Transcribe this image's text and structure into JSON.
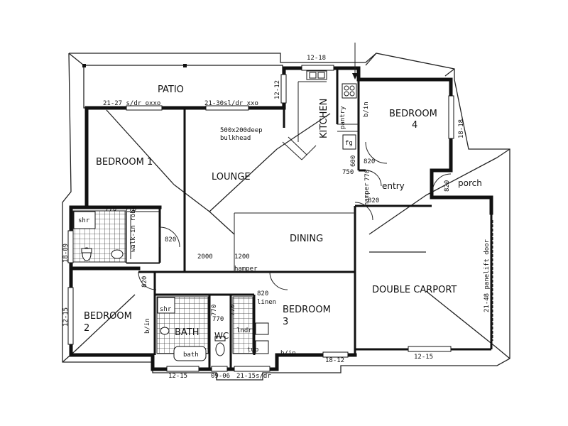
{
  "rooms": {
    "patio": "PATIO",
    "kitchen": "KITCHEN",
    "bedroom4": "BEDROOM",
    "bedroom4_num": "4",
    "bedroom1": "BEDROOM 1",
    "lounge": "LOUNGE",
    "dining": "DINING",
    "entry": "entry",
    "porch": "porch",
    "double_carport": "DOUBLE CARPORT",
    "bedroom2": "BEDROOM",
    "bedroom2_num": "2",
    "bedroom3": "BEDROOM",
    "bedroom3_num": "3",
    "bath": "BATH",
    "wc": "WC"
  },
  "fixtures": {
    "pantry": "pantry",
    "fridge": "fg",
    "hamper_entry": "hamper",
    "hamper_dining": "hamper",
    "walk_in_robe": "walk-in robe",
    "shower1": "shr",
    "shower2": "shr",
    "built_in_bed4": "b/in",
    "built_in_bed2": "b/in",
    "built_in_bed3": "b/in",
    "linen": "linen",
    "bath_tub": "bath",
    "laundry": "lndry",
    "tub": "tub",
    "bulkhead_note": "500x200deep",
    "bulkhead_note2": "bulkhead"
  },
  "dimensions": {
    "top_window": "12-18",
    "patio_door_left": "21-27 s/dr oxxo",
    "patio_door_right": "21-30sl/dr xxo",
    "kitchen_window": "12-12",
    "bed4_window": "18-18",
    "bed1_ensuite_770a": "770",
    "bed1_ensuite_770b": "770",
    "ensuite_window": "18-09",
    "door_820_ensuite": "820",
    "door_820_bed4": "820",
    "door_820_porch": "820",
    "dim_600": "600",
    "dim_750": "750",
    "dim_770_entry": "770",
    "door_820_carport": "820",
    "dim_2000": "2000",
    "dim_1200": "1200",
    "door_820_bed2": "820",
    "door_820_bed3": "820",
    "bath_770a": "770",
    "bath_770b": "770",
    "bath_770c": "770",
    "bed2_window": "12-15",
    "carport_door": "21-48 panelift door",
    "window_18_12": "18-12",
    "window_12_15_right": "12-15",
    "window_12_15_bottom": "12-15",
    "window_09_06": "09-06",
    "sliding_door_21_15": "21-15s/dr"
  },
  "colors": {
    "ink": "#111111",
    "paper": "#ffffff"
  }
}
